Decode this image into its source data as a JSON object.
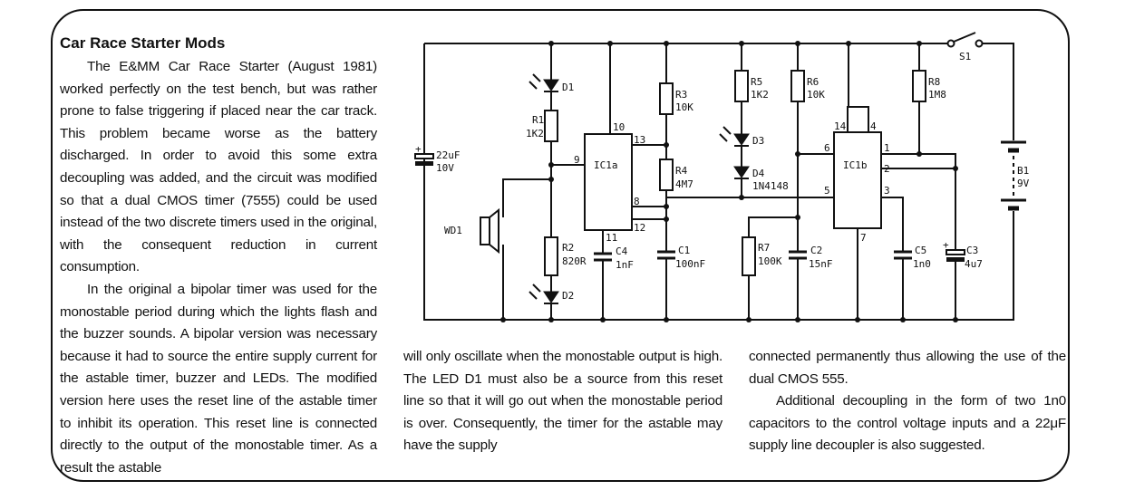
{
  "article": {
    "title": "Car Race Starter Mods",
    "col1": {
      "p1": "The E&MM Car Race Starter (August 1981) worked perfectly on the test bench, but was rather prone to false triggering if placed near the car track. This problem became worse as the battery discharged. In order to avoid this some extra decoupling was added, and the circuit was modified so that a dual CMOS timer (7555) could be used instead of the two discrete timers used in the original, with the consequent reduction in current consumption.",
      "p2": "In the original a bipolar timer was used for the monostable period during which the lights flash and the buzzer sounds. A bipolar version was necessary because it had to source the entire supply current for the astable timer, buzzer and LEDs. The modified version here uses the reset line of the astable timer to inhibit its operation. This reset line is connected directly to the output of the monostable timer. As a result the astable"
    },
    "col2": "will only oscillate when the monostable output is high. The LED D1 must also be a source from this reset line so that it will go out when the monostable period is over. Consequently, the timer for the astable may have the supply",
    "col3": {
      "p1": "connected permanently thus allowing the use of the dual CMOS 555.",
      "p2": "Additional decoupling in the form of two 1n0 capacitors to the control voltage inputs and a 22μF supply line decoupler is also suggested."
    }
  },
  "schematic": {
    "ic1a": "IC1a",
    "ic1b": "IC1b",
    "pins": {
      "p10": "10",
      "p13": "13",
      "p9": "9",
      "p8": "8",
      "p12": "12",
      "p11": "11",
      "p14": "14",
      "p4": "4",
      "p6": "6",
      "p1": "1",
      "p2": "2",
      "p5": "5",
      "p3": "3",
      "p7": "7"
    },
    "d1": "D1",
    "d2": "D2",
    "d3": "D3",
    "d4": "D4",
    "d4v": "1N4148",
    "r1": "R1",
    "r1v": "1K2",
    "r2": "R2",
    "r2v": "820R",
    "r3": "R3",
    "r3v": "10K",
    "r4": "R4",
    "r4v": "4M7",
    "r5": "R5",
    "r5v": "1K2",
    "r6": "R6",
    "r6v": "10K",
    "r7": "R7",
    "r7v": "100K",
    "r8": "R8",
    "r8v": "1M8",
    "c1": "C1",
    "c1v": "100nF",
    "c2": "C2",
    "c2v": "15nF",
    "c3": "C3",
    "c3v": "4u7",
    "c4": "C4",
    "c4v": "1nF",
    "c5": "C5",
    "c5v": "1n0",
    "c22": "22uF",
    "c22v": "10V",
    "wd1": "WD1",
    "s1": "S1",
    "b1": "B1",
    "b1v": "9V"
  }
}
